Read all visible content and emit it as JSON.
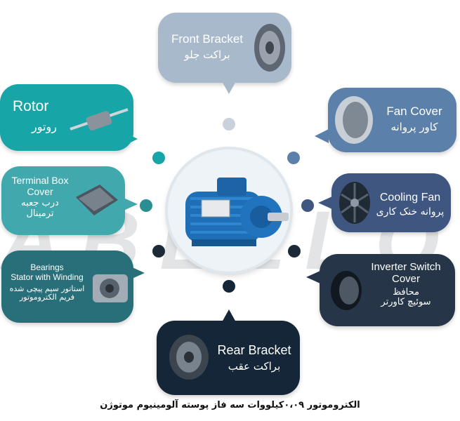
{
  "watermark": "ABELLO",
  "parts": {
    "front_bracket": {
      "en": "Front Bracket",
      "fa": "براکت جلو",
      "color": "#a9b9cc"
    },
    "rotor": {
      "en": "Rotor",
      "fa": "روتور",
      "color": "#18a5a8"
    },
    "fan_cover": {
      "en": "Fan Cover",
      "fa": "کاور پروانه",
      "color": "#5b80aa"
    },
    "terminal_box_cover": {
      "en1": "Terminal Box",
      "en2": "Cover",
      "fa1": "درب جعبه",
      "fa2": "ترمینال",
      "color": "#41a8ad"
    },
    "cooling_fan": {
      "en": "Cooling Fan",
      "fa": "پروانه خنک کاری",
      "color": "#3e5680"
    },
    "bearings": {
      "en1": "Bearings",
      "en2": "Stator with Winding",
      "fa1": "استاتور سیم پیچی شده",
      "fa2": "فریم الکتروموتور",
      "color": "#286f7a"
    },
    "inverter_switch_cover": {
      "en1": "Inverter Switch",
      "en2": "Cover",
      "fa1": "محافظ",
      "fa2": "سوئیچ کاورتر",
      "color": "#263648"
    },
    "rear_bracket": {
      "en": "Rear Bracket",
      "fa": "براکت عقب",
      "color": "#142638"
    }
  },
  "caption": "الکتروموتور ۰،۰۹کیلووات سه فاز پوسته آلومینیوم موتوژن"
}
